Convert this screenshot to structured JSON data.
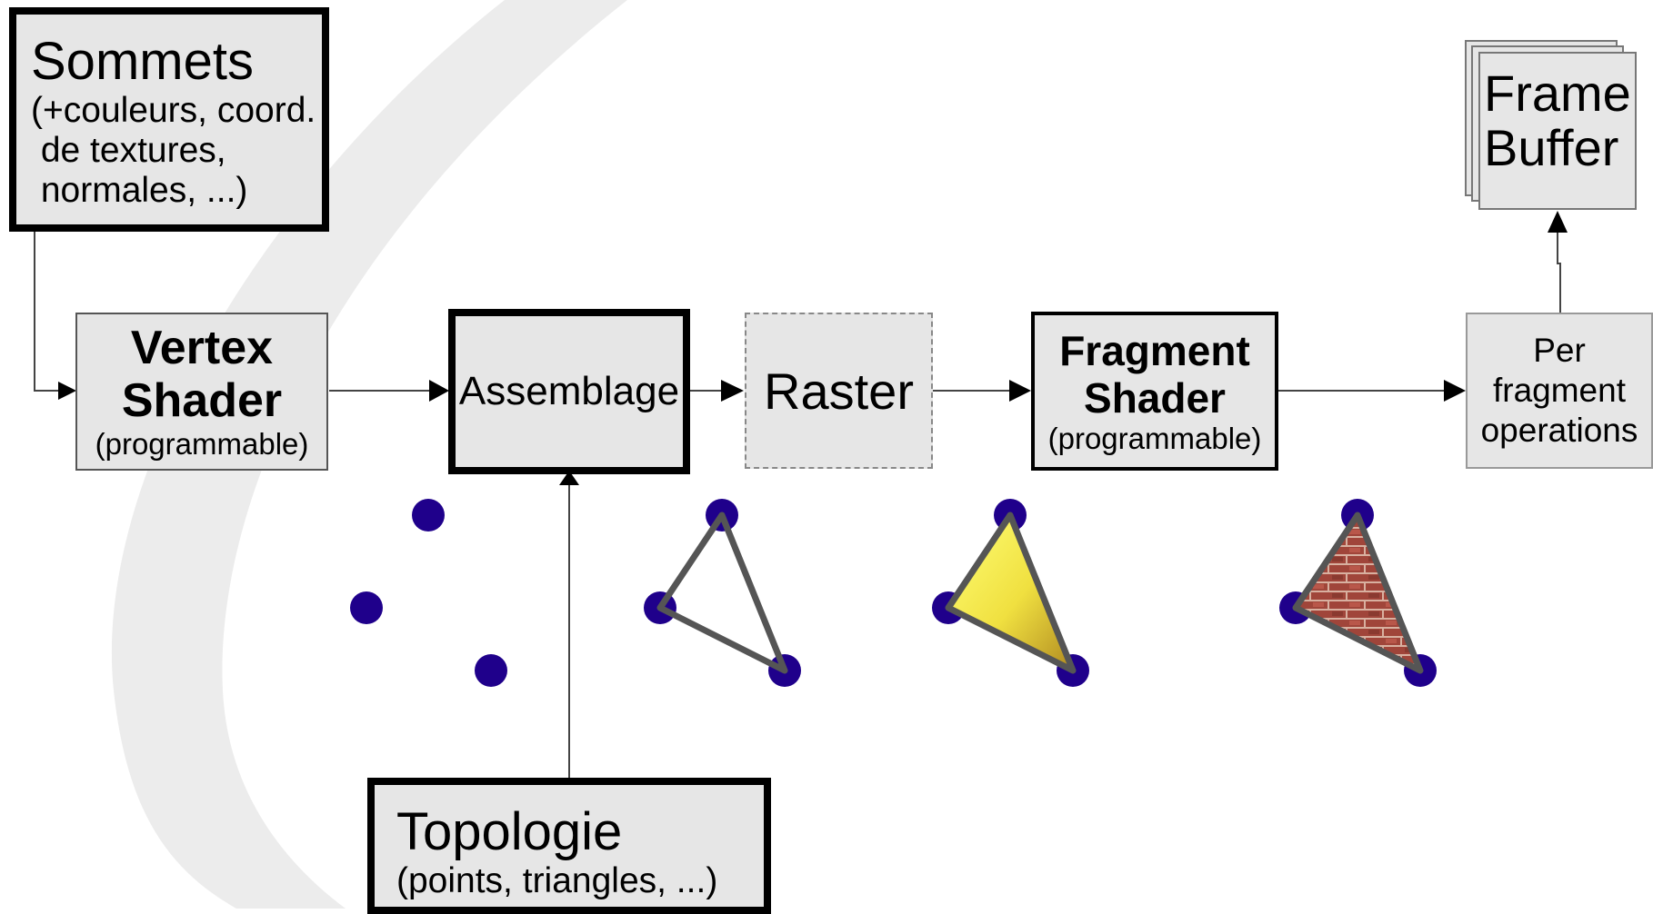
{
  "colors": {
    "box_fill": "#e6e6e6",
    "dot": "#1f008b",
    "triangle_stroke": "#555555",
    "raster_fill": "#ffff66",
    "brick": "#a0453a"
  },
  "sommets": {
    "title": "Sommets",
    "line1": "(+couleurs, coord.",
    "line2": " de textures,",
    "line3": " normales, ...)"
  },
  "vertex_shader": {
    "line1": "Vertex",
    "line2": "Shader",
    "sub": "(programmable)"
  },
  "assemblage": {
    "label": "Assemblage"
  },
  "raster": {
    "label": "Raster"
  },
  "fragment_shader": {
    "line1": "Fragment",
    "line2": "Shader",
    "sub": "(programmable)"
  },
  "per_fragment": {
    "line1": "Per",
    "line2": "fragment",
    "line3": "operations"
  },
  "frame_buffer": {
    "line1": "Frame",
    "line2": "Buffer"
  },
  "topologie": {
    "title": "Topologie",
    "sub": "(points, triangles, ...)"
  }
}
